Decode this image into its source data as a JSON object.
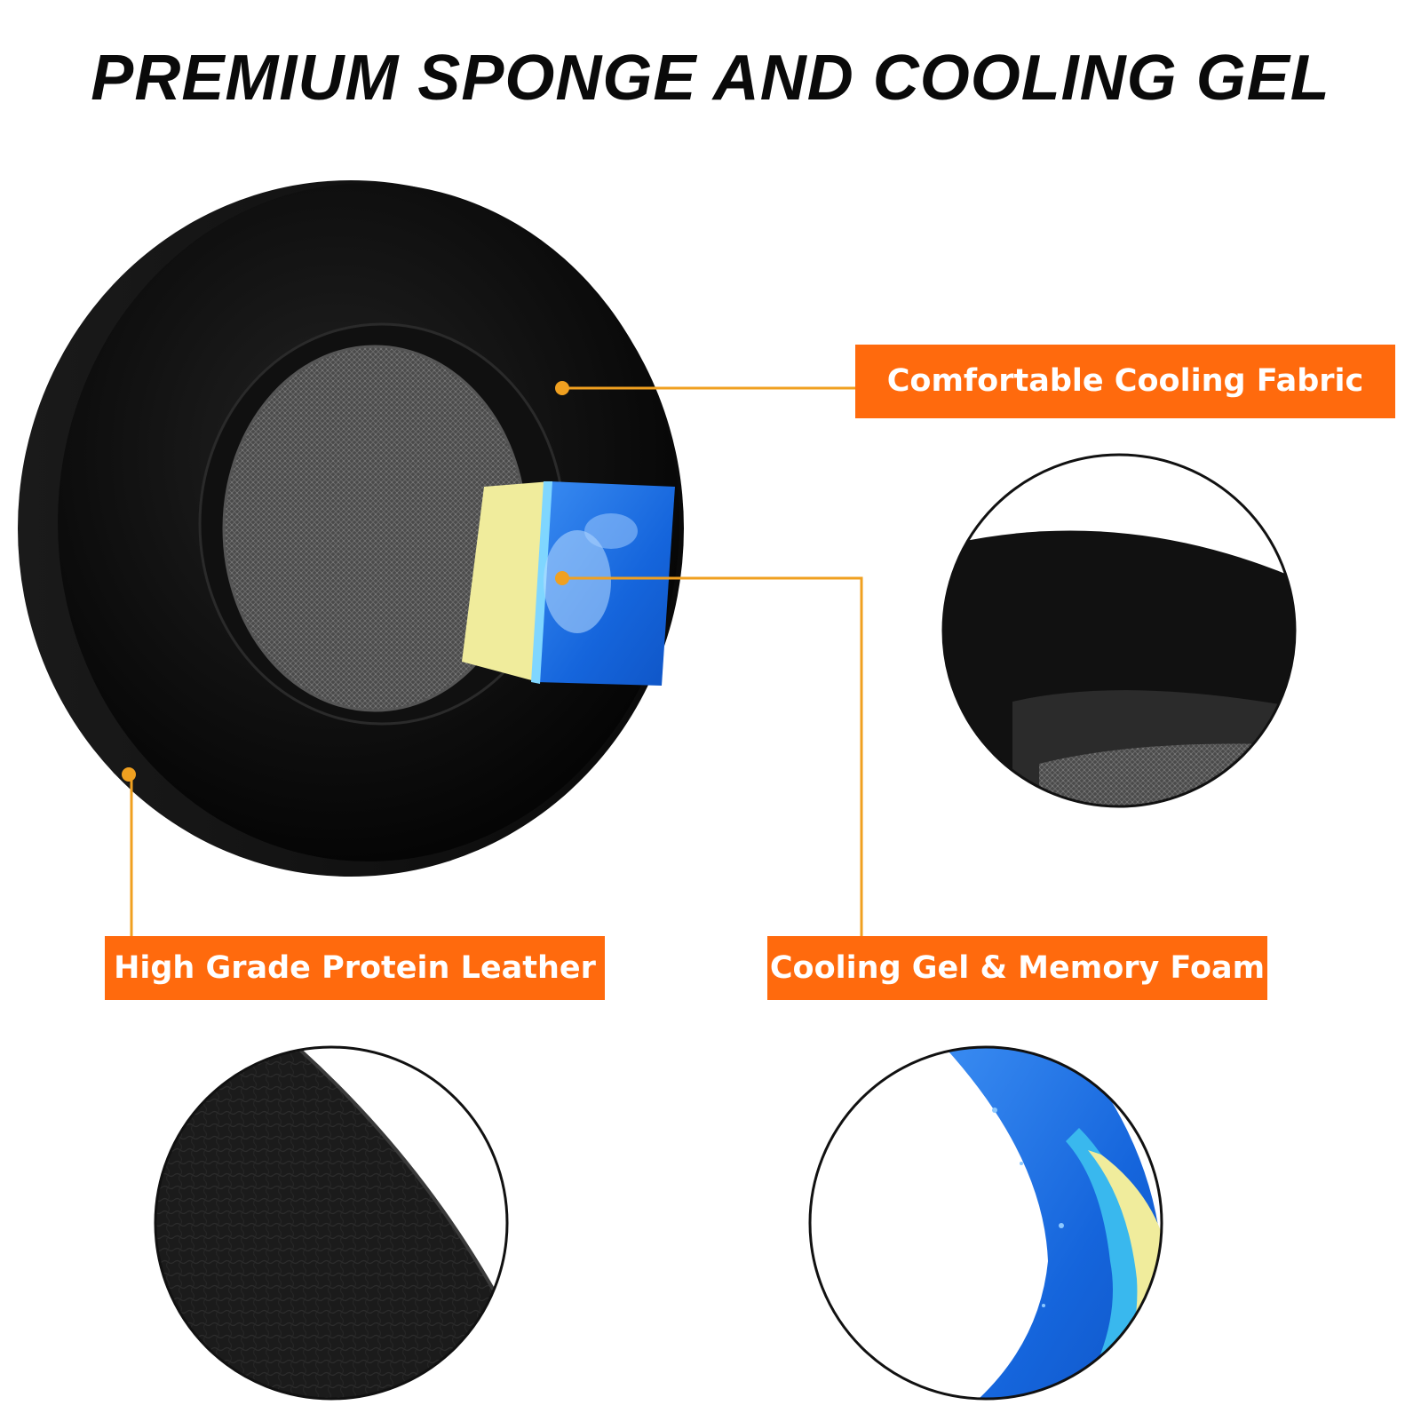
{
  "title": "PREMIUM SPONGE AND COOLING GEL",
  "callouts": {
    "fabric": "Comfortable Cooling Fabric",
    "leather": "High Grade Protein Leather",
    "gel": "Cooling Gel & Memory Foam"
  },
  "colors": {
    "label_bg": "#ff6a0d",
    "connector": "#f0a020",
    "gel_blue": "#1a6fe0",
    "foam_yellow": "#f0eca0",
    "cushion_black": "#0c0c0c"
  },
  "icons": {
    "cushion": "ear-cushion-illustration",
    "zoom_fabric": "fabric-closeup",
    "zoom_leather": "leather-closeup",
    "zoom_gel": "gel-foam-closeup"
  }
}
